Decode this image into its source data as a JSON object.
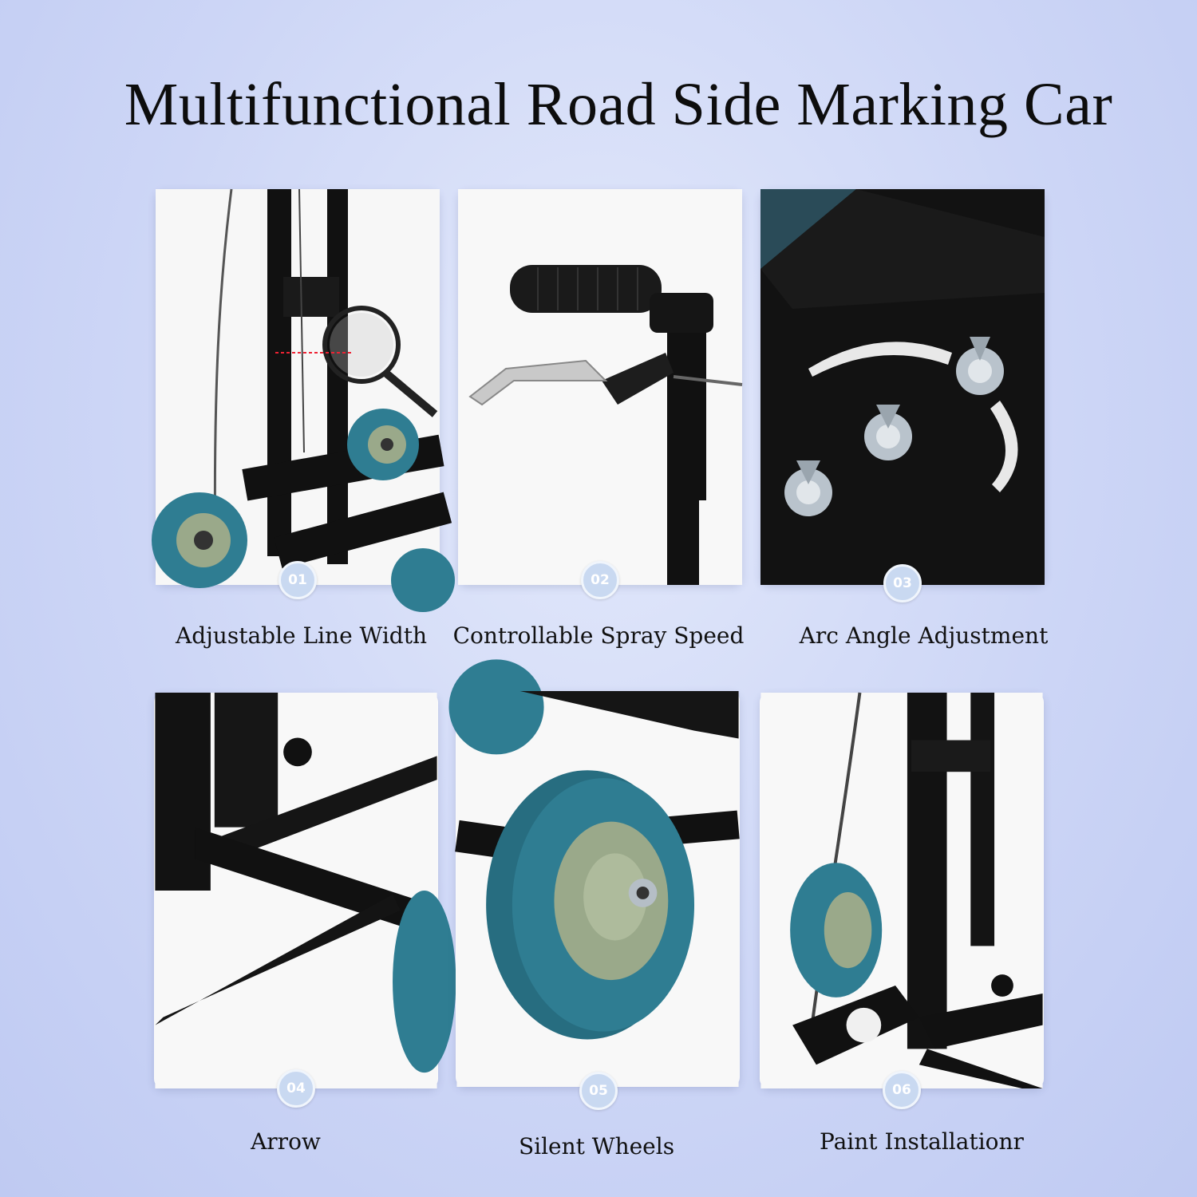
{
  "title": "Multifunctional Road Side Marking Car",
  "features": [
    {
      "number": "01",
      "caption": "Adjustable Line Width"
    },
    {
      "number": "02",
      "caption": "Controllable Spray Speed"
    },
    {
      "number": "03",
      "caption": "Arc Angle Adjustment"
    },
    {
      "number": "04",
      "caption": "Arrow"
    },
    {
      "number": "05",
      "caption": "Silent Wheels"
    },
    {
      "number": "06",
      "caption": "Paint Installationr"
    }
  ],
  "colors": {
    "background": "#cdd6f6",
    "frame": "#111111",
    "wheel_tread": "#2f7d92",
    "wheel_hub": "#9aa98a",
    "badge": "#c9d9f1"
  }
}
